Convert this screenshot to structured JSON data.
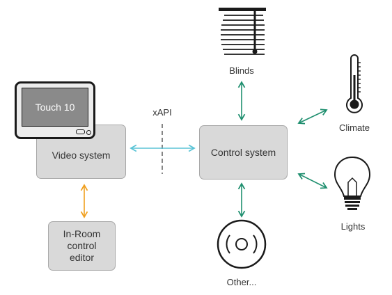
{
  "nodes": {
    "touch10": "Touch 10",
    "video_system": "Video system",
    "control_system": "Control system",
    "editor_line1": "In-Room",
    "editor_line2": "control",
    "editor_line3": "editor"
  },
  "peripherals": {
    "blinds": "Blinds",
    "climate": "Climate",
    "lights": "Lights",
    "other": "Other..."
  },
  "interface_label": "xAPI",
  "colors": {
    "box_fill": "#d9d9d9",
    "xapi_arrow": "#5bc4d6",
    "device_arrow": "#1f8f6f",
    "editor_arrow": "#f0a020",
    "icon": "#1a1a1a"
  },
  "icons": [
    "touch-panel-icon",
    "blinds-icon",
    "thermometer-icon",
    "light-bulb-icon",
    "speaker-icon"
  ]
}
